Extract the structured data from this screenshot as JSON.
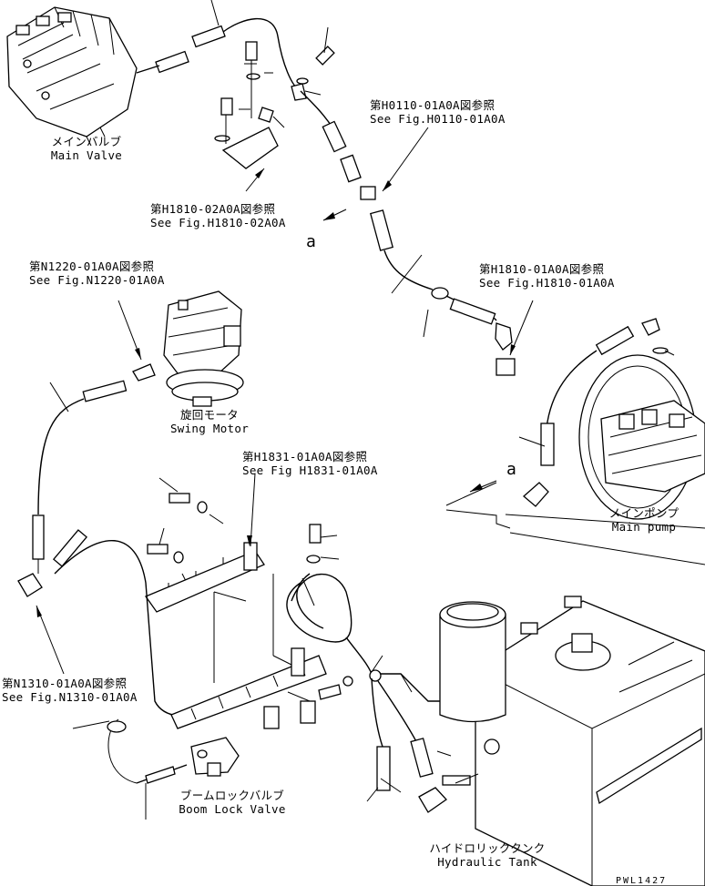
{
  "labels": {
    "main_valve": {
      "jp": "メインバルブ",
      "en": "Main Valve"
    },
    "swing_motor": {
      "jp": "旋回モータ",
      "en": "Swing Motor"
    },
    "main_pump": {
      "jp": "メインポンプ",
      "en": "Main pump"
    },
    "boom_lock_valve": {
      "jp": "ブームロックバルブ",
      "en": "Boom Lock Valve"
    },
    "hydraulic_tank": {
      "jp": "ハイドロリックタンク",
      "en": "Hydraulic Tank"
    }
  },
  "refs": {
    "h0110": {
      "jp": "第H0110-01A0A図参照",
      "en": "See Fig.H0110-01A0A"
    },
    "h1810_02": {
      "jp": "第H1810-02A0A図参照",
      "en": "See Fig.H1810-02A0A"
    },
    "n1220": {
      "jp": "第N1220-01A0A図参照",
      "en": "See Fig.N1220-01A0A"
    },
    "h1810_01": {
      "jp": "第H1810-01A0A図参照",
      "en": "See Fig.H1810-01A0A"
    },
    "h1831": {
      "jp": "第H1831-01A0A図参照",
      "en": "See Fig H1831-01A0A"
    },
    "n1310": {
      "jp": "第N1310-01A0A図参照",
      "en": "See Fig.N1310-01A0A"
    }
  },
  "markers": {
    "a1": "a",
    "a2": "a"
  },
  "code": "PWL1427"
}
